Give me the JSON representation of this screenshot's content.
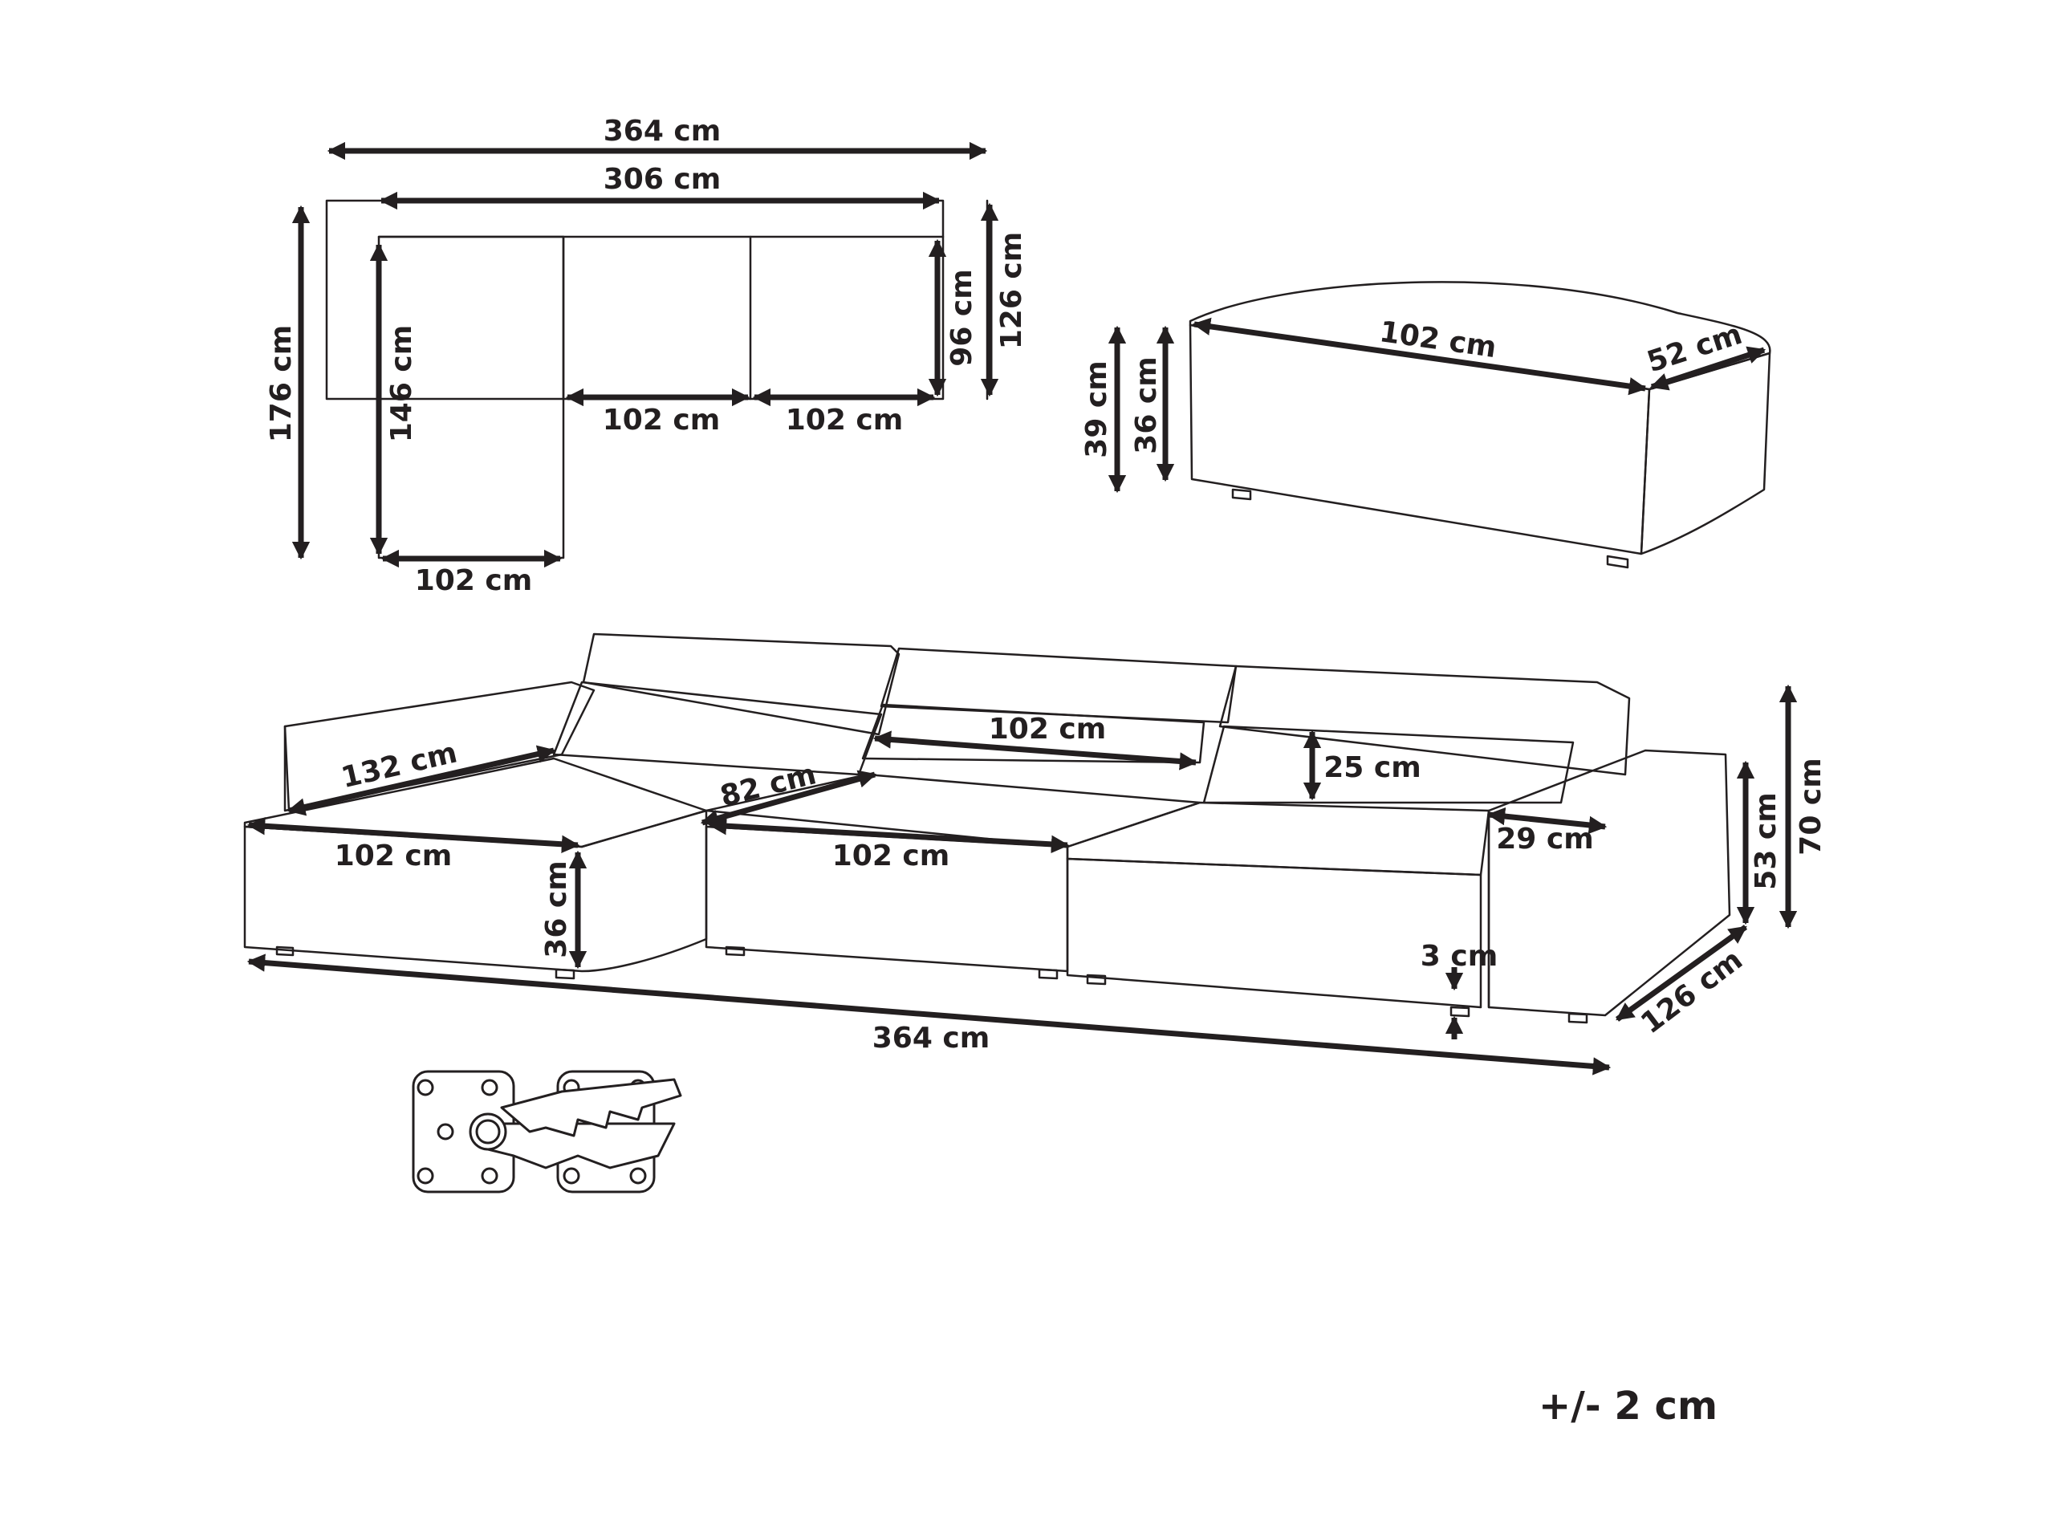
{
  "plan": {
    "top_width": "364 cm",
    "inner_width": "306 cm",
    "total_depth": "176 cm",
    "chaise_depth": "146 cm",
    "module_depth": "96 cm",
    "sofa_depth": "126 cm",
    "module_width_a": "102 cm",
    "module_width_b": "102 cm",
    "chaise_width": "102 cm"
  },
  "ottoman": {
    "length": "102 cm",
    "width": "52 cm",
    "total_height": "39 cm",
    "seat_height": "36 cm"
  },
  "perspective": {
    "chaise_depth": "132 cm",
    "seat_depth": "82 cm",
    "backrest_width": "102 cm",
    "cushion_height": "25 cm",
    "armrest_width": "29 cm",
    "seat_height": "53 cm",
    "total_height": "70 cm",
    "chaise_width": "102 cm",
    "middle_width": "102 cm",
    "chaise_seat_height": "36 cm",
    "leg_height": "3 cm",
    "total_width": "364 cm",
    "total_depth": "126 cm"
  },
  "tolerance": "+/- 2 cm"
}
